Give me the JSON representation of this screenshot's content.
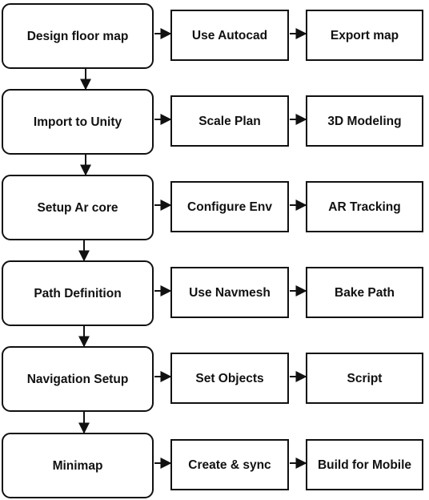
{
  "rows": [
    {
      "step": "Design floor map",
      "a": "Use Autocad",
      "b": "Export map"
    },
    {
      "step": "Import to Unity",
      "a": "Scale Plan",
      "b": "3D Modeling"
    },
    {
      "step": "Setup Ar core",
      "a": "Configure Env",
      "b": "AR Tracking"
    },
    {
      "step": "Path Definition",
      "a": "Use Navmesh",
      "b": "Bake Path"
    },
    {
      "step": "Navigation Setup",
      "a": "Set Objects",
      "b": "Script"
    },
    {
      "step": "Minimap",
      "a": "Create & sync",
      "b": "Build for Mobile"
    }
  ]
}
